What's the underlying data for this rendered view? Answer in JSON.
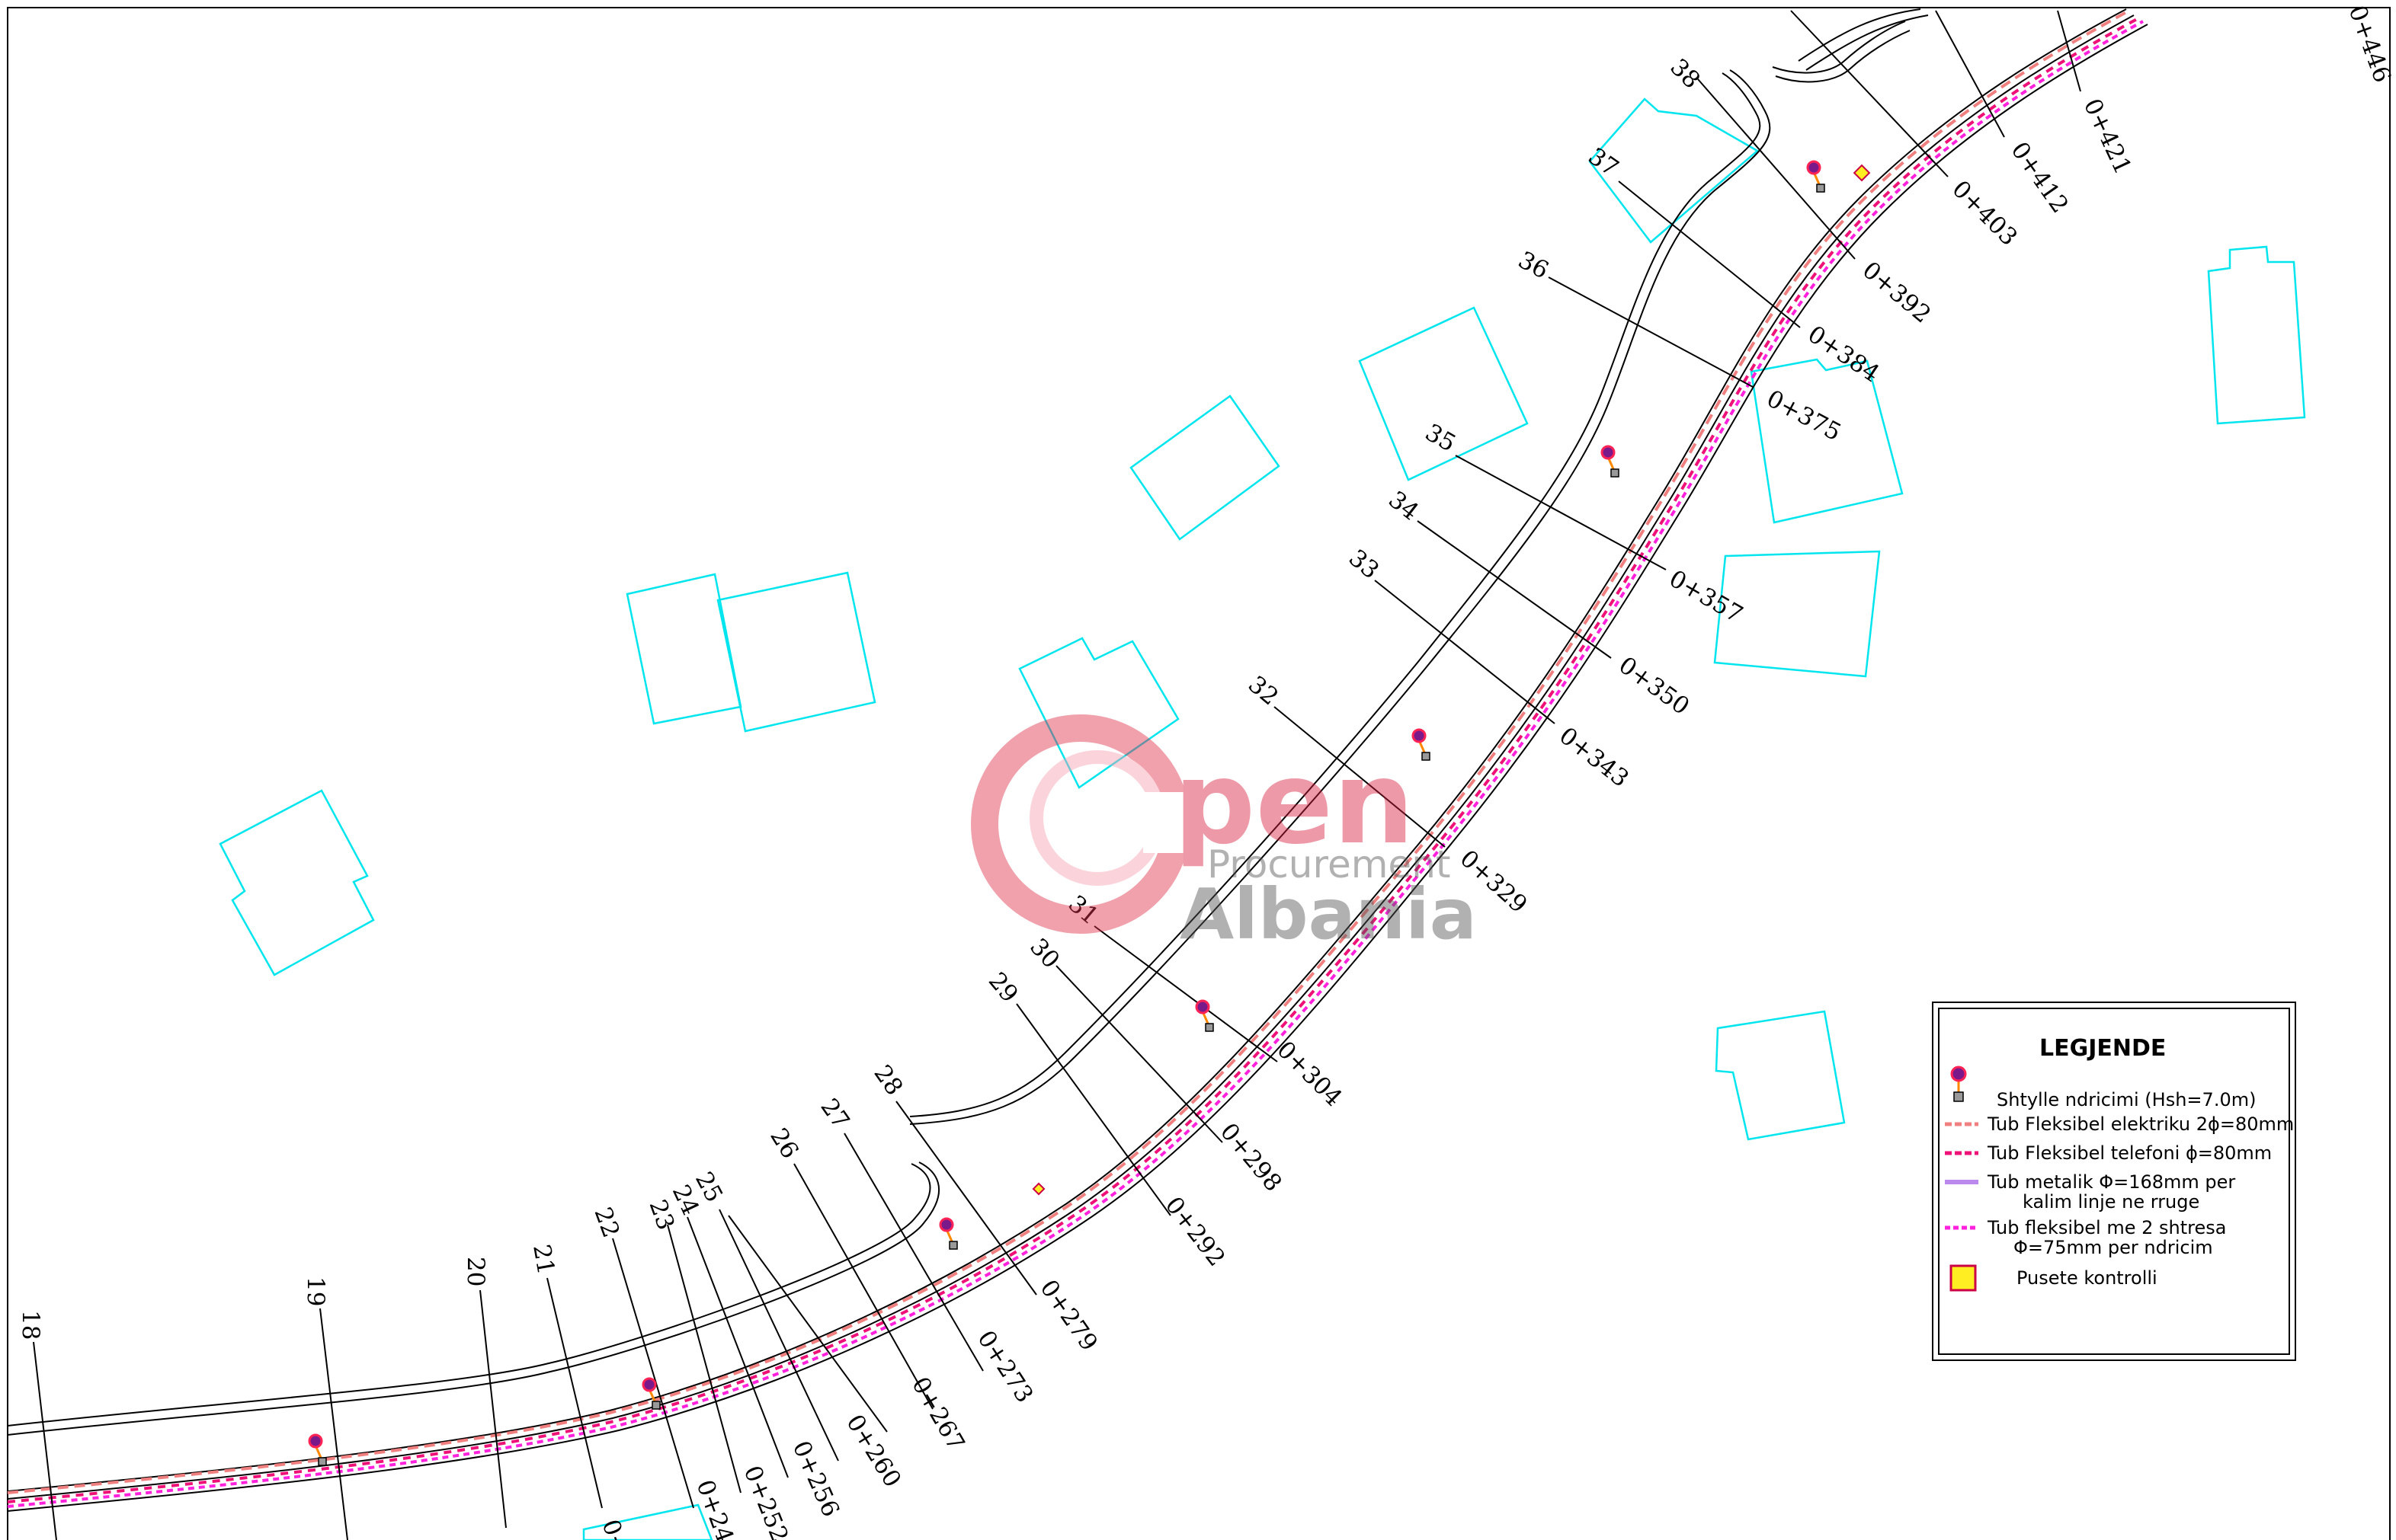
{
  "colors": {
    "building": "#00e5ee",
    "road": "#000000",
    "elec_pipe": "#f08080",
    "tel_pipe": "#ee1177",
    "metal_pipe": "#bb88ee",
    "light_pipe": "#ff22dd",
    "pole_head": "#7a1a8a",
    "pole_ring": "#ff2255",
    "chamber_fill": "#ffee22",
    "chamber_stroke": "#cc0044"
  },
  "stations": [
    {
      "num": "18",
      "chainage": ""
    },
    {
      "num": "19",
      "chainage": ""
    },
    {
      "num": "20",
      "chainage": ""
    },
    {
      "num": "21",
      "chainage": ""
    },
    {
      "num": "22",
      "chainage": "0+"
    },
    {
      "num": "23",
      "chainage": "0+24"
    },
    {
      "num": "24",
      "chainage": "0+252"
    },
    {
      "num": "25",
      "chainage": "0+256"
    },
    {
      "num": "",
      "chainage": "0+260"
    },
    {
      "num": "26",
      "chainage": "0+267"
    },
    {
      "num": "27",
      "chainage": "0+273"
    },
    {
      "num": "28",
      "chainage": "0+279"
    },
    {
      "num": "29",
      "chainage": "0+292"
    },
    {
      "num": "30",
      "chainage": "0+298"
    },
    {
      "num": "31",
      "chainage": "0+304"
    },
    {
      "num": "32",
      "chainage": "0+329"
    },
    {
      "num": "33",
      "chainage": "0+343"
    },
    {
      "num": "34",
      "chainage": "0+350"
    },
    {
      "num": "35",
      "chainage": "0+357"
    },
    {
      "num": "36",
      "chainage": "0+375"
    },
    {
      "num": "37",
      "chainage": "0+384"
    },
    {
      "num": "38",
      "chainage": "0+392"
    },
    {
      "num": "",
      "chainage": "0+403"
    },
    {
      "num": "",
      "chainage": "0+412"
    },
    {
      "num": "",
      "chainage": "0+421"
    },
    {
      "num": "",
      "chainage": "0+446"
    }
  ],
  "legend": {
    "title": "LEGJENDE",
    "items": [
      {
        "symbol": "light-pole-icon",
        "label": "Shtylle ndricimi (Hsh=7.0m)"
      },
      {
        "symbol": "elec-pipe-line",
        "label": "Tub Fleksibel   elektriku 2ϕ=80mm"
      },
      {
        "symbol": "tel-pipe-line",
        "label": "Tub Fleksibel   telefoni  ϕ=80mm"
      },
      {
        "symbol": "metal-pipe-line",
        "label": "Tub metalik  Φ=168mm per",
        "label2": "kalim linje ne rruge"
      },
      {
        "symbol": "light-pipe-line",
        "label": "Tub fleksibel me 2 shtresa",
        "label2": "Φ=75mm per ndricim"
      },
      {
        "symbol": "chamber-icon",
        "label": "Pusete kontrolli"
      }
    ]
  },
  "watermark": {
    "word1": "pen",
    "word2": "Procurement",
    "word3": "Albania"
  }
}
